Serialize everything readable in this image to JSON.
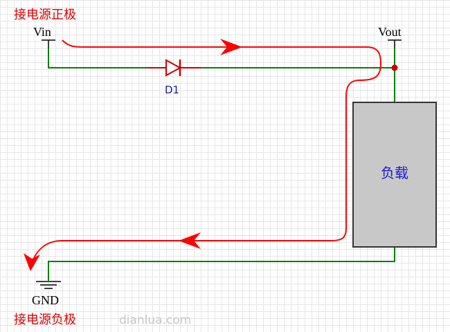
{
  "labels": {
    "positive_terminal": "接电源正极",
    "negative_terminal": "接电源负极",
    "vin": "Vin",
    "vout": "Vout",
    "gnd": "GND",
    "diode": "D1",
    "load": "负载",
    "watermark": "dianlua.com"
  },
  "colors": {
    "wire": "#008000",
    "current_path": "#ff0000",
    "diode": "#cc0000",
    "load_fill": "#c8c8c8",
    "node_dot": "#cc0000"
  }
}
